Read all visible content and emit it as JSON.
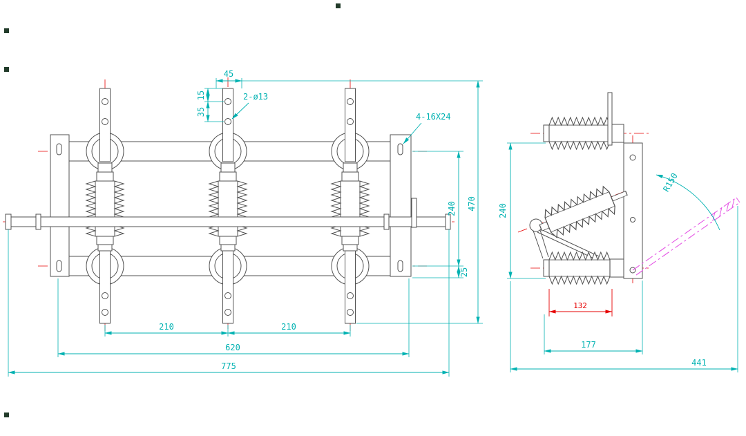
{
  "drawing": {
    "type": "cad-drawing",
    "description": "Three-pole disconnect switch outline drawing, front and side views",
    "colors": {
      "outline": "#525252",
      "centerline": "#e60000",
      "dimension": "#00b2b2",
      "dimension_red": "#e60000",
      "phantom": "#e558e5",
      "background": "#ffffff"
    },
    "front_view": {
      "dims": {
        "terminal_width": "45",
        "hole_top_offset": "15",
        "hole_pitch": "35",
        "terminal_holes_note": "2-ø13",
        "mounting_slot_note": "4-16X24",
        "rail_spacing": "240",
        "overall_height": "470",
        "rail_edge_offset": "25",
        "pole_pitch_left": "210",
        "pole_pitch_right": "210",
        "frame_width": "620",
        "shaft_length": "775"
      }
    },
    "side_view": {
      "dims": {
        "frame_height": "240",
        "insulator_length": "132",
        "frame_depth": "177",
        "overall_depth": "441",
        "handle_swing_radius": "R150"
      }
    }
  }
}
